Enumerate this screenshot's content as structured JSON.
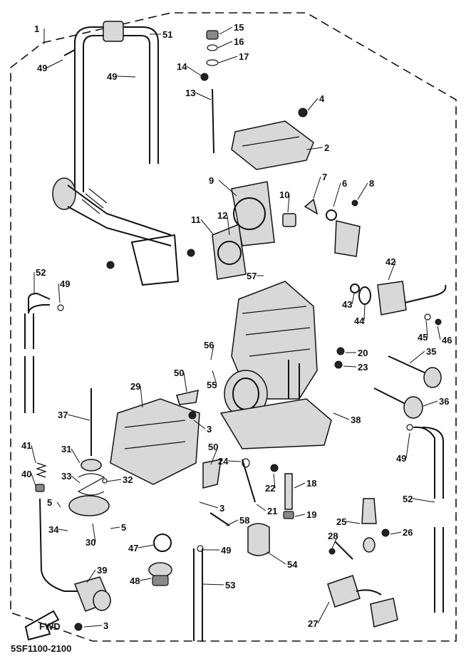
{
  "diagram_code": "5SF1100-2100",
  "fwd_label": "FWD",
  "callouts": [
    "1",
    "2",
    "3",
    "4",
    "5",
    "6",
    "7",
    "8",
    "9",
    "10",
    "11",
    "12",
    "13",
    "14",
    "15",
    "16",
    "17",
    "18",
    "19",
    "20",
    "21",
    "22",
    "23",
    "24",
    "25",
    "26",
    "27",
    "28",
    "29",
    "30",
    "31",
    "32",
    "33",
    "34",
    "35",
    "36",
    "37",
    "38",
    "39",
    "40",
    "41",
    "42",
    "43",
    "44",
    "45",
    "46",
    "47",
    "48",
    "49",
    "50",
    "51",
    "52",
    "53",
    "54",
    "55",
    "56",
    "57",
    "58"
  ]
}
